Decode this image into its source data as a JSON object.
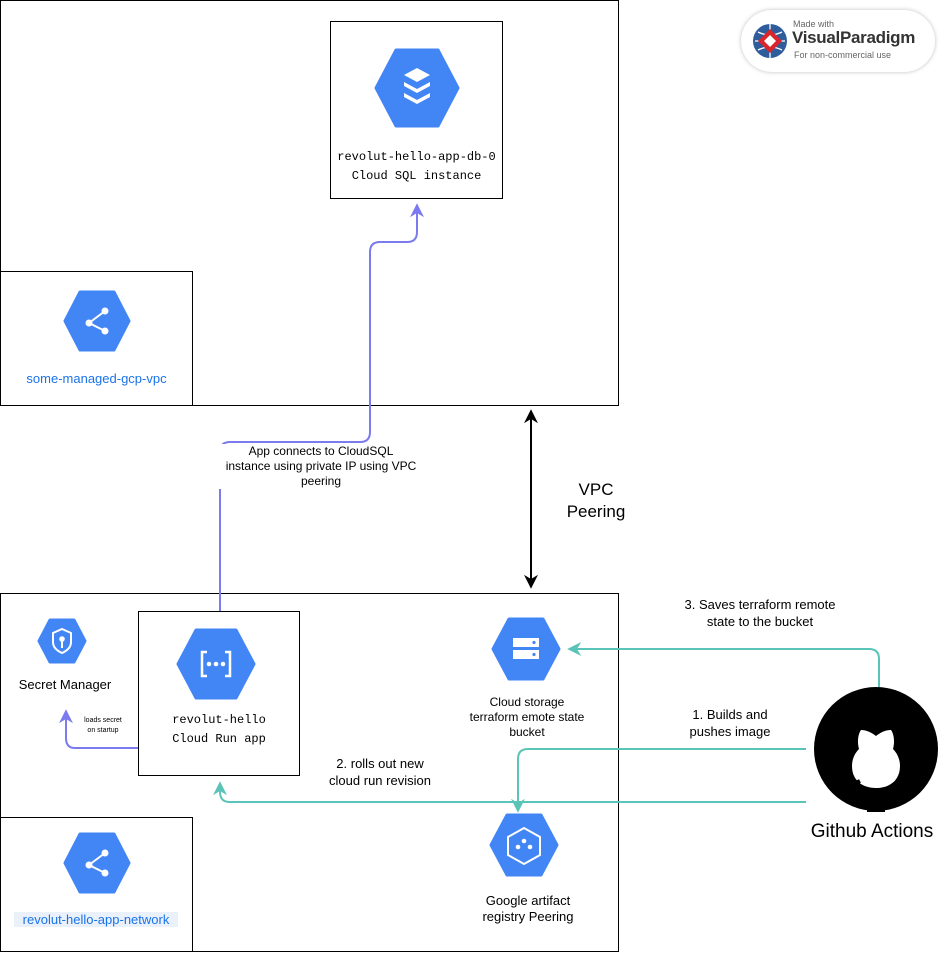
{
  "colors": {
    "gcp_blue": "#4285f4",
    "db_arrow": "#7b7bef",
    "teal_arrow": "#5bc4b8",
    "vpc_label": "#1a73e8",
    "vp_red": "#d9262c"
  },
  "icons": {
    "sql": "database-hexagon-icon",
    "network": "network-hexagon-icon",
    "secret": "secret-manager-icon",
    "cloud_run": "cloud-run-icon",
    "storage": "cloud-storage-icon",
    "registry": "artifact-registry-icon",
    "github": "github-octocat-icon"
  },
  "badge": {
    "made_with": "Made with",
    "brand": "VisualParadigm",
    "note": "For non-commercial use"
  },
  "sql_box": {
    "name": "revolut-hello-app-db-0",
    "type": "Cloud SQL instance"
  },
  "managed_vpc": {
    "label": "some-managed-gcp-vpc"
  },
  "app_network": {
    "label": "revolut-hello-app-network"
  },
  "secret_manager": {
    "label": "Secret Manager",
    "loads_line1": "loads secret",
    "loads_line2": "on startup"
  },
  "cloud_run": {
    "name": "revolut-hello",
    "type": "Cloud Run app"
  },
  "storage": {
    "line1": "Cloud storage",
    "line2": "terraform emote state",
    "line3": "bucket"
  },
  "registry": {
    "line1": "Google artifact",
    "line2": "registry Peering"
  },
  "github": {
    "label": "Github Actions"
  },
  "edges": {
    "vpc_peering_line1": "VPC",
    "vpc_peering_line2": "Peering",
    "app_connects_line1": "App connects to CloudSQL",
    "app_connects_line2": "instance using private IP using VPC",
    "app_connects_line3": "peering",
    "saves_line1": "3. Saves terraform remote",
    "saves_line2": "state to the bucket",
    "builds_line1": "1. Builds and",
    "builds_line2": "pushes image",
    "rolls_line1": "2. rolls out new",
    "rolls_line2": "cloud run revision"
  }
}
